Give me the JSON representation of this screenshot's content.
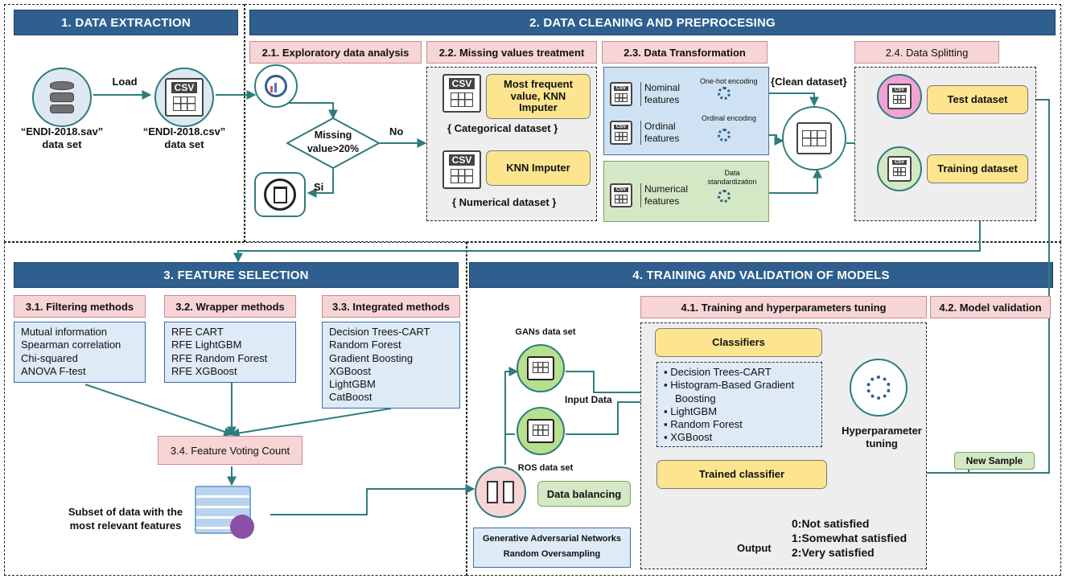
{
  "sections": {
    "s1": "1. DATA EXTRACTION",
    "s2": "2. DATA CLEANING AND PREPROCESING",
    "s3": "3. FEATURE SELECTION",
    "s4": "4. TRAINING AND VALIDATION OF MODELS"
  },
  "extraction": {
    "load": "Load",
    "sav_name": "“ENDI-2018.sav”",
    "sav_sub": "data set",
    "csv_name": "“ENDI-2018.csv”",
    "csv_sub": "data set"
  },
  "cleaning": {
    "eda_title": "2.1. Exploratory data analysis",
    "missing_title": "2.2. Missing values treatment",
    "transform_title": "2.3. Data Transformation",
    "split_title": "2.4. Data Splitting",
    "decision_line1": "Missing",
    "decision_line2": "value>20%",
    "no": "No",
    "si": "Si",
    "most_frequent": "Most frequent value, KNN Imputer",
    "categorical": "Categorical dataset",
    "knn": "KNN Imputer",
    "numerical": "Numerical dataset",
    "nominal": "Nominal features",
    "ordinal": "Ordinal features",
    "numerical_features": "Numerical features",
    "onehot": "One-hot encoding",
    "ordinal_enc": "Ordinal encoding",
    "standardization": "Data standardization",
    "clean_dataset": "Clean dataset",
    "test_dataset": "Test dataset",
    "training_dataset": "Training dataset"
  },
  "features": {
    "filtering_title": "3.1. Filtering methods",
    "wrapper_title": "3.2. Wrapper methods",
    "integrated_title": "3.3. Integrated methods",
    "filtering": [
      "Mutual information",
      "Spearman correlation",
      "Chi-squared",
      "ANOVA F-test"
    ],
    "wrapper": [
      "RFE CART",
      "RFE LightGBM",
      "RFE Random Forest",
      "RFE XGBoost"
    ],
    "integrated": [
      "Decision Trees-CART",
      "Random Forest",
      "Gradient Boosting",
      "XGBoost",
      "LightGBM",
      "CatBoost"
    ],
    "voting": "3.4. Feature Voting Count",
    "subset": "Subset of data with the most relevant features"
  },
  "training": {
    "tuning_title": "4.1. Training and hyperparameters tuning",
    "validation_title": "4.2. Model validation",
    "gans": "GANs data set",
    "ros": "ROS data set",
    "input_data": "Input Data",
    "balancing": "Data balancing",
    "methods": [
      "Generative Adversarial Networks",
      "Random Oversampling"
    ],
    "classifiers": "Classifiers",
    "classifier_list": [
      "Decision Trees-CART",
      "Histogram-Based Gradient Boosting",
      "LightGBM",
      "Random Forest",
      "XGBoost"
    ],
    "hyperparameter": "Hyperparameter tuning",
    "trained": "Trained classifier",
    "new_sample": "New Sample",
    "output": "Output",
    "outcomes": [
      "0:Not satisfied",
      "1:Somewhat  satisfied",
      "2:Very satisfied"
    ]
  },
  "colors": {
    "banner": "#2e5f8f",
    "arrow": "#2e7d7c",
    "pink": "#f7d4d6",
    "yellow": "#fde58f",
    "list_blue": "#deeaf6"
  }
}
